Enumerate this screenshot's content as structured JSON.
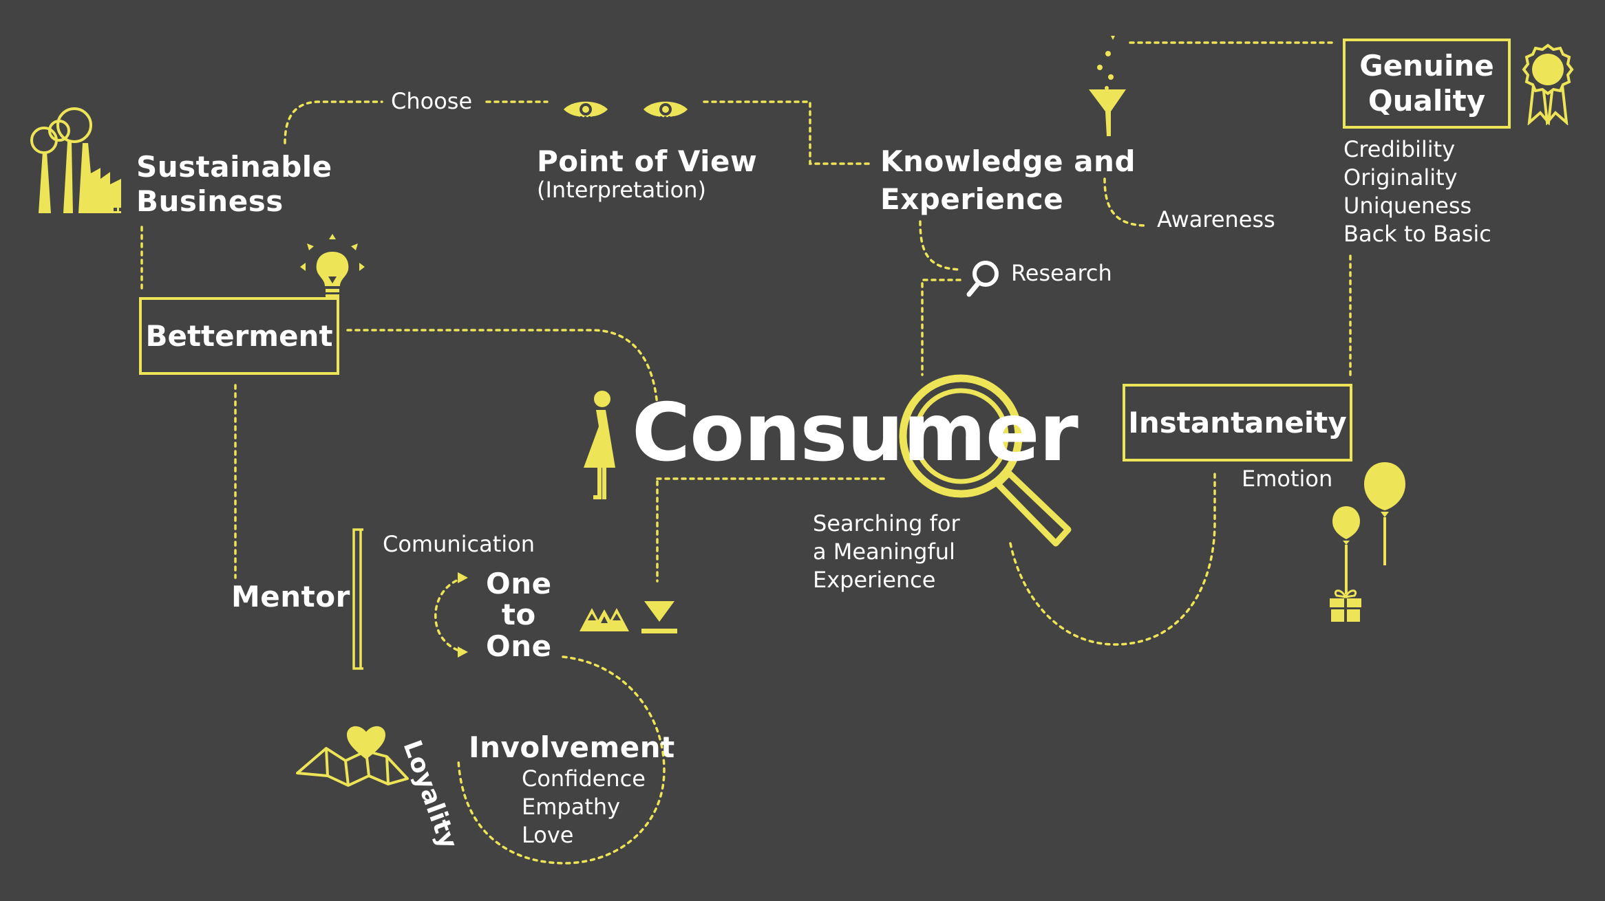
{
  "colors": {
    "background": "#434343",
    "accent": "#ede457",
    "text": "#ffffff"
  },
  "nodes": {
    "sustainable_business": {
      "line1": "Sustainable",
      "line2": "Business"
    },
    "choose": "Choose",
    "point_of_view": {
      "title": "Point of View",
      "subtitle": "(Interpretation)"
    },
    "knowledge": {
      "line1": "Knowledge and",
      "line2": "Experience"
    },
    "awareness": "Awareness",
    "research": "Research",
    "genuine_quality": {
      "line1": "Genuine",
      "line2": "Quality"
    },
    "quality_items": [
      "Credibility",
      "Originality",
      "Uniqueness",
      "Back to Basic"
    ],
    "betterment": "Betterment",
    "consumer": {
      "prefix": "Consum",
      "suffix": "er"
    },
    "instantaneity": "Instantaneity",
    "emotion": "Emotion",
    "searching": [
      "Searching for",
      "a Meaningful",
      "Experience"
    ],
    "mentor": "Mentor",
    "comunication": "Comunication",
    "one_to_one": [
      "One",
      "to",
      "One"
    ],
    "involvement": {
      "title": "Involvement",
      "items": [
        "Confidence",
        "Empathy",
        "Love"
      ]
    },
    "loyality": "Loyality"
  },
  "icons": [
    "factory-trees-icon",
    "eye-icon",
    "eye-icon",
    "funnel-icon",
    "award-badge-icon",
    "lightbulb-icon",
    "magnifier-icon",
    "person-icon",
    "big-magnifier-icon",
    "balloon-gift-icon",
    "mountains-icon",
    "download-icon",
    "map-heart-icon"
  ]
}
